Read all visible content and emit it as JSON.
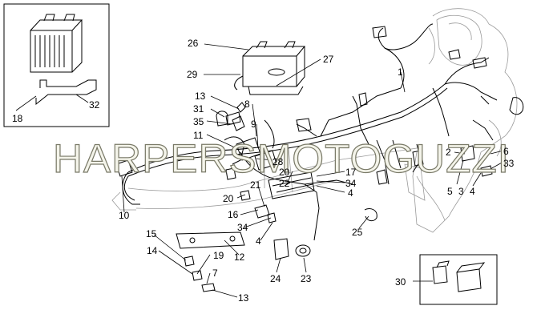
{
  "watermark": "HARPERSMOTOGUZZI",
  "callouts": {
    "c1": "1",
    "c2": "2",
    "c3": "3",
    "c4a": "4",
    "c4b": "4",
    "c4c": "4",
    "c5": "5",
    "c6": "6",
    "c7": "7",
    "c8": "8",
    "c9": "9",
    "c10": "10",
    "c11": "11",
    "c12": "12",
    "c13a": "13",
    "c13b": "13",
    "c14": "14",
    "c15": "15",
    "c16": "16",
    "c17": "17",
    "c18": "18",
    "c19": "19",
    "c20a": "20",
    "c20b": "20",
    "c21": "21",
    "c22": "22",
    "c23": "23",
    "c24": "24",
    "c25": "25",
    "c26": "26",
    "c27": "27",
    "c28": "28",
    "c29": "29",
    "c30": "30",
    "c31": "31",
    "c32": "32",
    "c33": "33",
    "c34a": "34",
    "c34b": "34",
    "c35": "35"
  }
}
